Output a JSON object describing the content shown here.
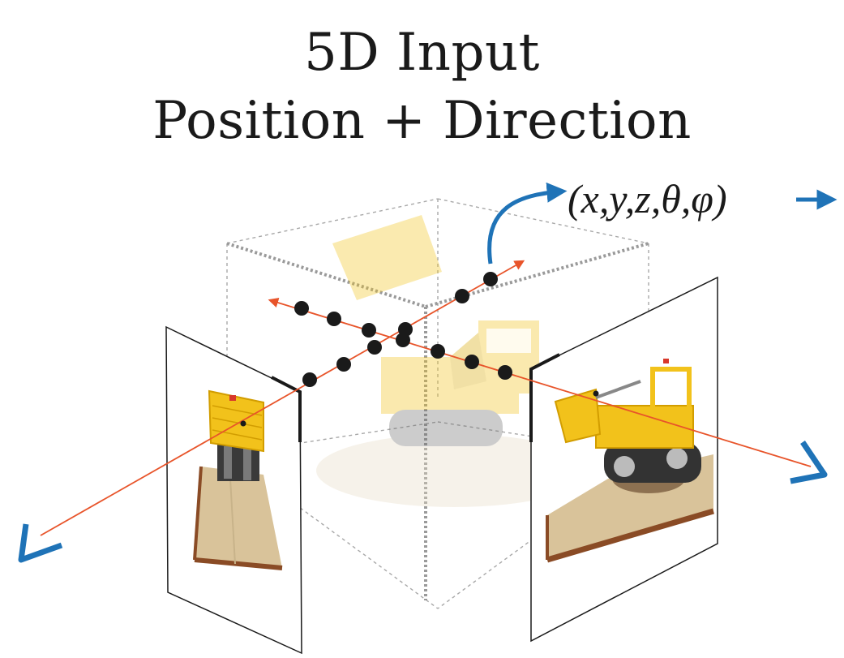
{
  "title": {
    "line1": "5D Input",
    "line2": "Position + Direction"
  },
  "input_label": "(x,y,z,θ,φ)",
  "colors": {
    "ray": "#e8542a",
    "arrow": "#1f73b7",
    "sample_point": "#1a1a1a",
    "cube_edge": "#9a9a9a",
    "lego_yellow": "#f2c21b",
    "baseplate": "#d9c39a",
    "baseplate_edge": "#8a4b25"
  },
  "icons": [
    "camera-eye-left-icon",
    "camera-eye-right-icon",
    "output-arrow-icon"
  ]
}
